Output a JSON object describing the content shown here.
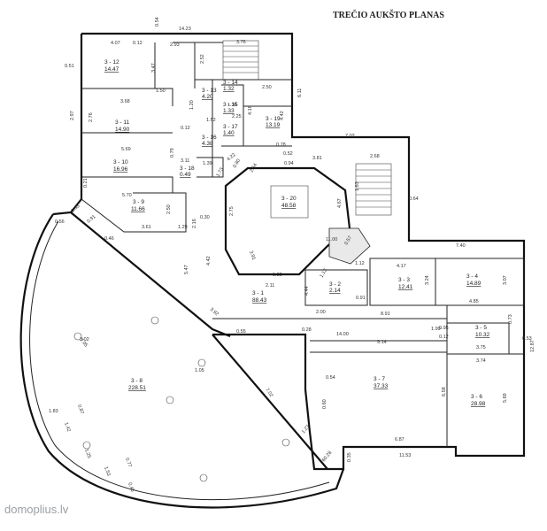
{
  "title": "TREČIO AUKŠTO PLANAS",
  "watermark": "domoplius.lv",
  "rooms": [
    {
      "id": "3 - 12",
      "area": "14.47"
    },
    {
      "id": "3 - 11",
      "area": "14.90"
    },
    {
      "id": "3 - 10",
      "area": "16.96"
    },
    {
      "id": "3 - 9",
      "area": "11.66"
    },
    {
      "id": "3 - 13",
      "area": "4.20"
    },
    {
      "id": "3 - 14",
      "area": "1.32"
    },
    {
      "id": "3 - 15",
      "area": "1.33"
    },
    {
      "id": "3 - 16",
      "area": "4.38"
    },
    {
      "id": "3 - 17",
      "area": "1.40"
    },
    {
      "id": "3 - 18",
      "area": "0.49"
    },
    {
      "id": "3 - 19",
      "area": "13.19"
    },
    {
      "id": "3 - 20",
      "area": "48.58"
    },
    {
      "id": "3 - 1",
      "area": "88.43"
    },
    {
      "id": "3 - 2",
      "area": "2.14"
    },
    {
      "id": "3 - 3",
      "area": "12.41"
    },
    {
      "id": "3 - 4",
      "area": "14.89"
    },
    {
      "id": "3 - 5",
      "area": "10.32"
    },
    {
      "id": "3 - 6",
      "area": "28.98"
    },
    {
      "id": "3 - 7",
      "area": "37.33"
    },
    {
      "id": "3 - 8",
      "area": "228.51"
    }
  ],
  "dimensions": [
    "14.23",
    "0.54",
    "4.07",
    "0.12",
    "2.93",
    "3.76",
    "0.51",
    "3.47",
    "2.52",
    "3.68",
    "1.50",
    "2.50",
    "6.11",
    "5.69",
    "5.70",
    "3.61",
    "2.50",
    "1.29",
    "0.30",
    "7.02",
    "2.68",
    "0.64",
    "7.40",
    "4.17",
    "3.24",
    "4.85",
    "3.07",
    "14.00",
    "0.95",
    "0.55",
    "9.14",
    "3.75",
    "3.74",
    "5.69",
    "0.53",
    "12.87",
    "6.58",
    "6.87",
    "11.53",
    "0.35",
    "0.54",
    "0.60",
    "7.02",
    "4.42",
    "1.22",
    "1.12",
    "2.11",
    "0.91",
    "8.91",
    "3.81",
    "4.67",
    "1.63",
    "1.99",
    "0.12",
    "0.73",
    "0.28",
    "2.64",
    "1.73",
    "0.94",
    "0.52",
    "0.78",
    "4.18",
    "4.42",
    "1.52",
    "0.12",
    "1.39",
    "0.79",
    "0.21",
    "0.56",
    "0.46",
    "1.35",
    "0.91",
    "7.05",
    "1.83",
    "1.42",
    "1.53",
    "0.87",
    "0.77",
    "1.25",
    "0.45",
    "1.27",
    "60.28",
    "1.05",
    "5.47",
    "3.02",
    "2.16",
    "4.22",
    "3.92",
    "3.91",
    "2.75",
    "0.57",
    "11.00",
    "2.97",
    "2.76",
    "1.36",
    "2.25",
    "0.80",
    "1.20",
    "3.11",
    "1.13",
    "4.44",
    "2.00"
  ]
}
